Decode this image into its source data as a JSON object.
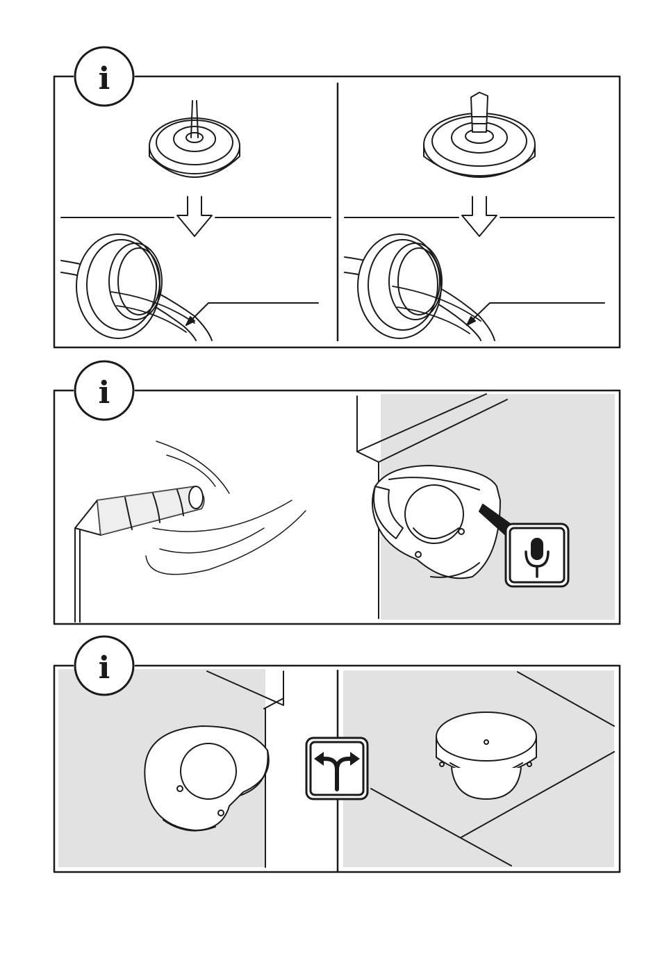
{
  "document": {
    "type": "installation-guide-illustration-page",
    "panels": [
      {
        "id": "cable-gasket",
        "marker": "i",
        "subpanels": [
          "thin-cable-gasket",
          "thick-cable-gasket"
        ]
      },
      {
        "id": "microphone-wind-noise",
        "marker": "i",
        "icon": "microphone-icon"
      },
      {
        "id": "mounting-options",
        "marker": "i",
        "icon": "fork-arrow-icon",
        "subpanels": [
          "wall-mount",
          "ceiling-mount"
        ]
      }
    ]
  },
  "colors": {
    "line": "#1a1a1a",
    "shade": "#e2e2e2",
    "background": "#ffffff"
  },
  "labels": {
    "info_marker_1": "i",
    "info_marker_2": "i",
    "info_marker_3": "i"
  }
}
